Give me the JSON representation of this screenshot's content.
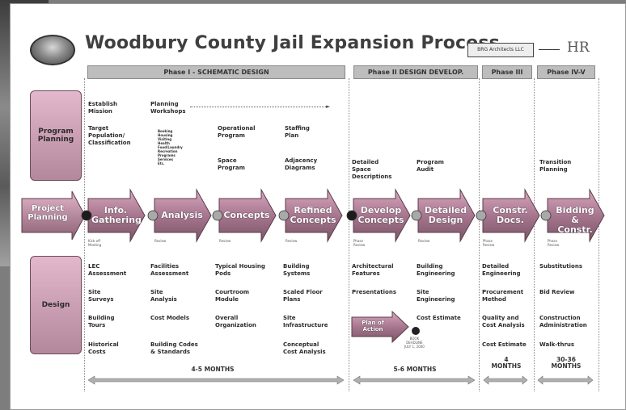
{
  "title": "Woodbury County Jail Expansion Process",
  "logos": {
    "firm1": "BRG Architects LLC",
    "firm2": "HR"
  },
  "phases": [
    "Phase I - SCHEMATIC DESIGN",
    "Phase II DESIGN DEVELOP.",
    "Phase III",
    "Phase IV-V"
  ],
  "side_labels": {
    "program_planning": "Program Planning",
    "project_planning": "Project Planning",
    "design": "Design"
  },
  "program_items": {
    "establish_mission": "Establish\nMission",
    "target_population": "Target\nPopulation/\nClassification",
    "planning_workshops": "Planning\nWorkshops",
    "workshop_topics": "Booking\nHousing\nVisiting\nHealth\nFood/Laundry\nRecreation\nPrograms\nServices\nEtc.",
    "operational_program": "Operational\nProgram",
    "space_program": "Space\nProgram",
    "staffing_plan": "Staffing\nPlan",
    "adjacency_diagrams": "Adjacency\nDiagrams",
    "detailed_space": "Detailed\nSpace\nDescriptions",
    "program_audit": "Program\nAudit",
    "transition_planning": "Transition\nPlanning"
  },
  "steps": [
    {
      "label": "Info.\nGathering",
      "caption": "Kick-off\nMeeting"
    },
    {
      "label": "Analysis",
      "caption": "Review"
    },
    {
      "label": "Concepts",
      "caption": "Review"
    },
    {
      "label": "Refined\nConcepts",
      "caption": "Review"
    },
    {
      "label": "Develop\nConcepts",
      "caption": "Phase\nReview"
    },
    {
      "label": "Detailed\nDesign",
      "caption": "Review"
    },
    {
      "label": "Constr.\nDocs.",
      "caption": "Phase\nReview"
    },
    {
      "label": "Bidding &\nConstr.",
      "caption": "Phase\nReview"
    }
  ],
  "design_items": {
    "col1": [
      "LEC\nAssessment",
      "Site\nSurveys",
      "Building\nTours",
      "Historical\nCosts"
    ],
    "col2": [
      "Facilities\nAssessment",
      "Site\nAnalysis",
      "Cost Models",
      "Building Codes\n& Standards"
    ],
    "col3": [
      "Typical Housing\nPods",
      "Courtroom\nModule",
      "Overall\nOrganization"
    ],
    "col4": [
      "Building\nSystems",
      "Scaled Floor\nPlans",
      "Site\nInfrastructure",
      "Conceptual\nCost Analysis"
    ],
    "col5": [
      "Architectural\nFeatures",
      "Presentations"
    ],
    "col6": [
      "Building\nEngineering",
      "Site\nEngineering",
      "Cost Estimate"
    ],
    "col7": [
      "Detailed\nEngineering",
      "Procurement\nMethod",
      "Quality and\nCost Analysis",
      "Cost Estimate"
    ],
    "col8": [
      "Substitutions",
      "Bid Review",
      "Construction\nAdministration",
      "Walk-thrus"
    ]
  },
  "plan_of_action": {
    "label": "Plan of\nAction",
    "caption": "BOOK\nDEADLINE\nJULY 1, 2000"
  },
  "durations": [
    "4-5 MONTHS",
    "5-6 MONTHS",
    "4\nMONTHS",
    "30-36\nMONTHS"
  ]
}
